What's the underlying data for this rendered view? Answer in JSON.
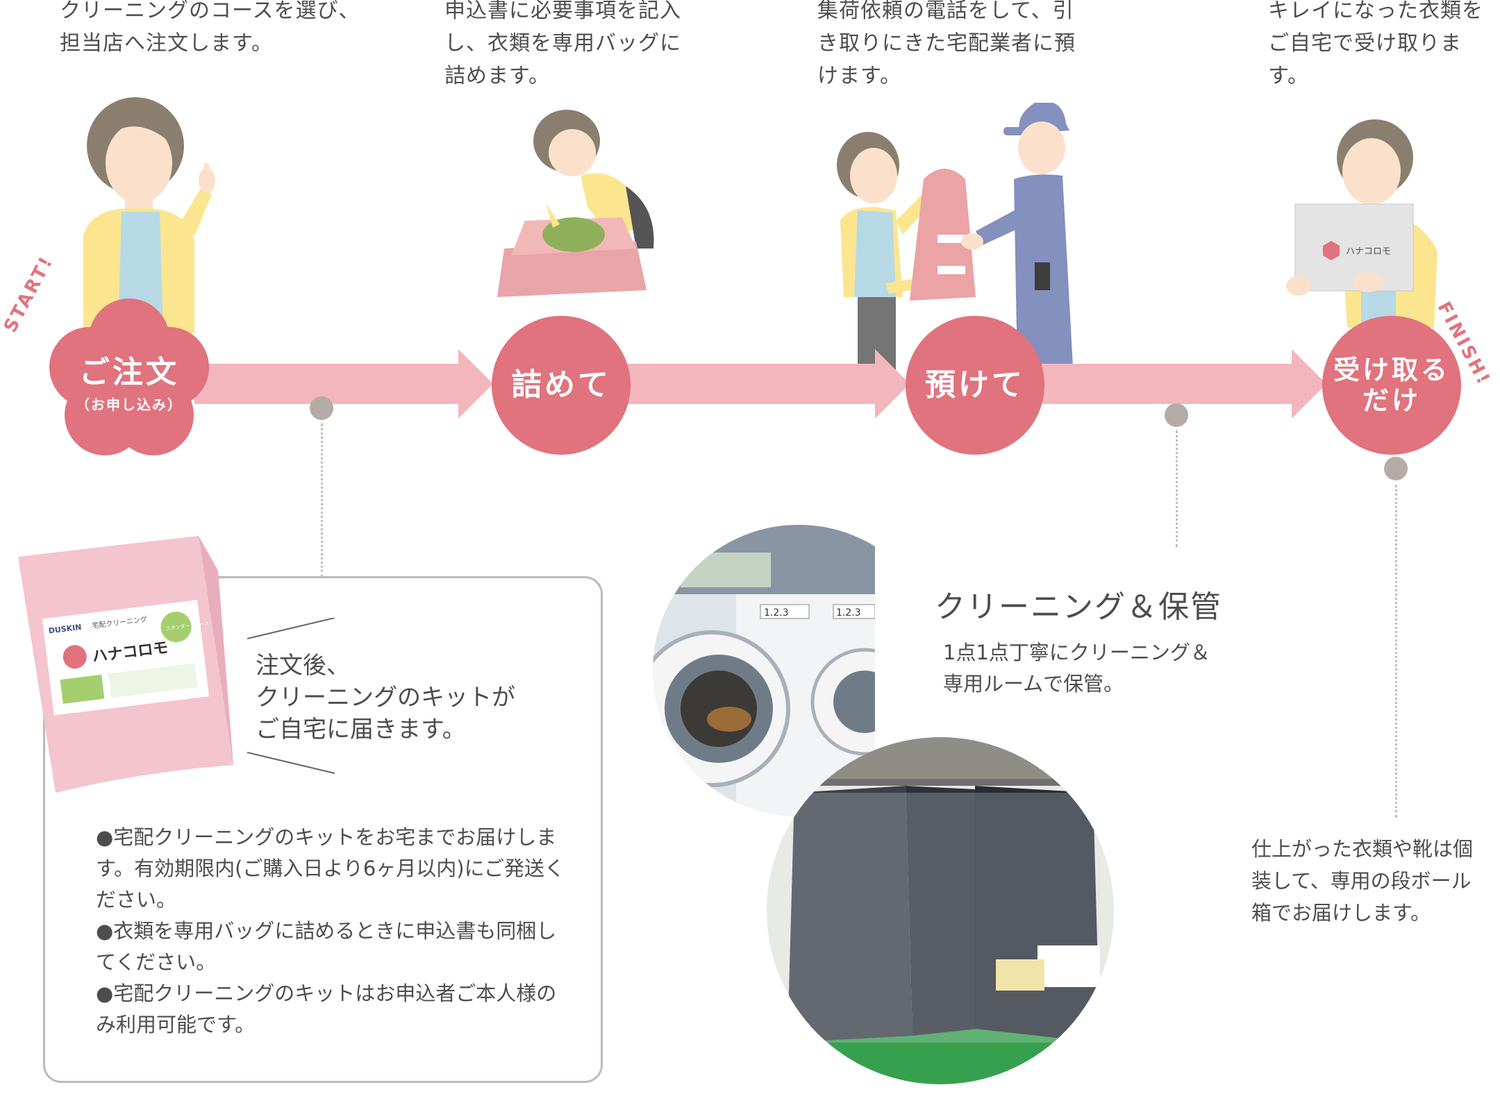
{
  "steps": [
    {
      "id": "order",
      "caption": "クリーニングのコースを選び、\n担当店へ注文します。",
      "label": "ご注文",
      "sub": "（お申し込み）"
    },
    {
      "id": "pack",
      "caption": "申込書に必要事項を記入\nし、衣類を専用バッグに\n詰めます。",
      "label": "詰めて"
    },
    {
      "id": "hand-over",
      "caption": "集荷依頼の電話をして、引\nき取りにきた宅配業者に預\nけます。",
      "label": "預けて"
    },
    {
      "id": "receive",
      "caption": "キレイになった衣類を\nご自宅で受け取ります。",
      "label": "受け取る\nだけ"
    }
  ],
  "badges": {
    "start": "START!",
    "finish": "FINISH!"
  },
  "kit": {
    "headline": "注文後、\nクリーニングのキットが\nご自宅に届きます。",
    "notes": [
      "●宅配クリーニングのキットをお宅までお届けします。有効期限内(ご購入日より6ヶ月以内)にご発送ください。",
      "●衣類を専用バッグに詰めるときに申込書も同梱してください。",
      "●宅配クリーニングのキットはお申込者ご本人様のみ利用可能です。"
    ],
    "package": {
      "brand": "DUSKIN",
      "service": "宅配クリーニング",
      "product": "ハナコロモ",
      "course": "スタンダードコース"
    }
  },
  "cleaning": {
    "title": "クリーニング＆保管",
    "description": "1点1点丁寧にクリーニング＆\n専用ルームで保管。",
    "machine_labels": [
      "1.2.3",
      "1.2.3"
    ]
  },
  "finish_note": "仕上がった衣類や靴は個\n装して、専用の段ボール\n箱でお届けします。",
  "box_logo": "ハナコロモ",
  "colors": {
    "primary": "#e0737d",
    "arrow": "#f2b6bc",
    "package": "#f4c4cf",
    "dot": "#b5aba7",
    "text": "#4d4d4d"
  }
}
